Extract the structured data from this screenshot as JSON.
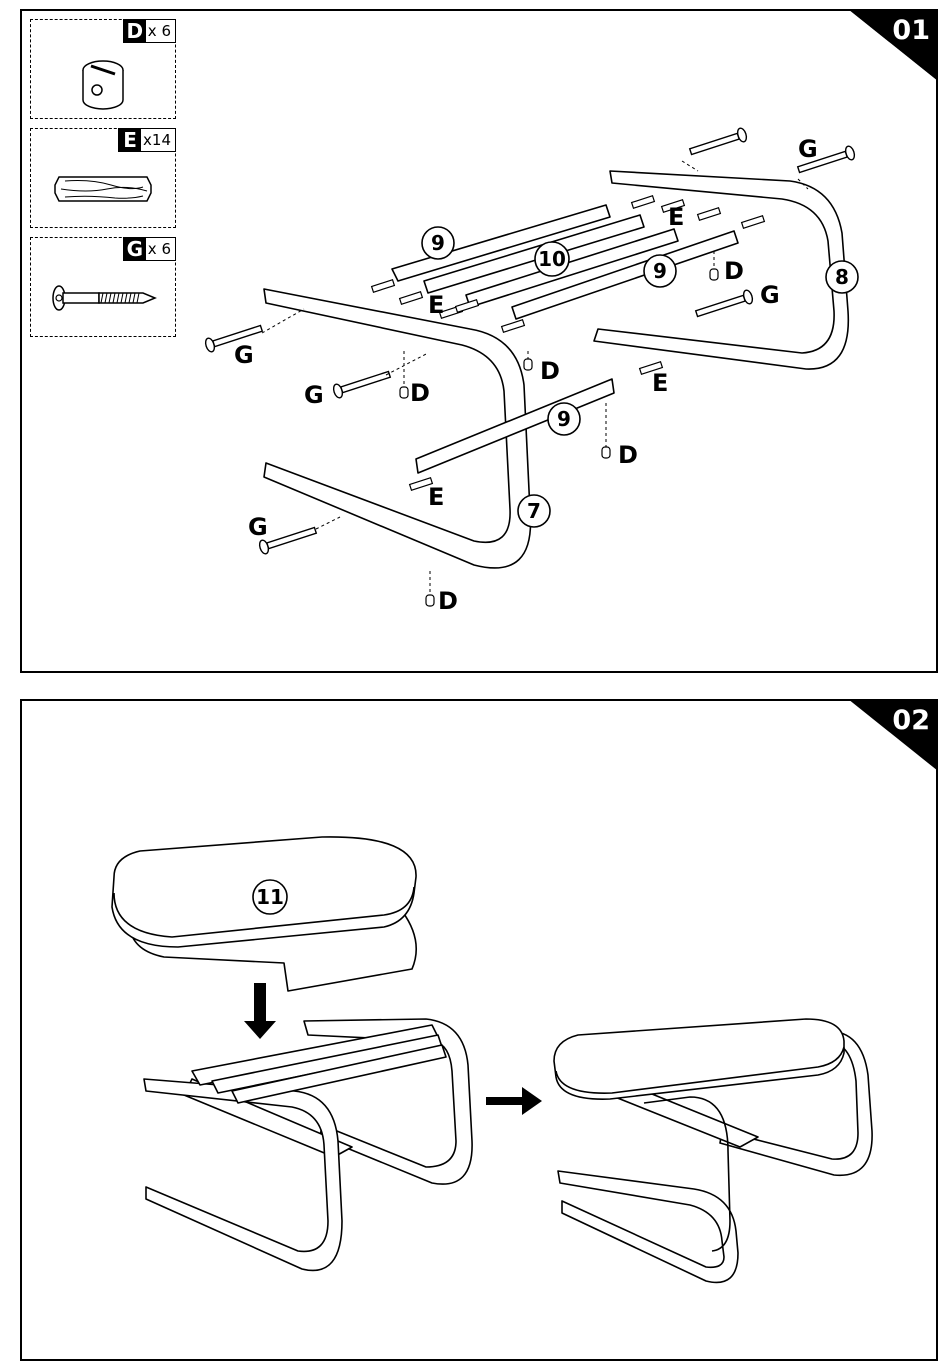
{
  "steps": [
    {
      "number": "01"
    },
    {
      "number": "02"
    }
  ],
  "hardware": [
    {
      "letter": "D",
      "qty": "x 6"
    },
    {
      "letter": "E",
      "qty": "x14"
    },
    {
      "letter": "G",
      "qty": "x 6"
    }
  ],
  "step1_labels": {
    "part_9": "9",
    "part_10": "10",
    "part_8": "8",
    "part_7": "7",
    "D": "D",
    "E": "E",
    "G": "G"
  },
  "step2_labels": {
    "part_11": "11"
  }
}
